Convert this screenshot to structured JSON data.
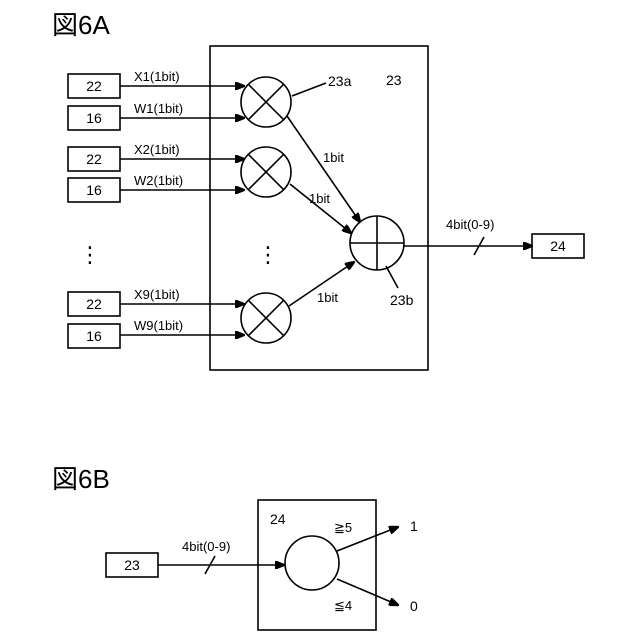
{
  "figure_a": {
    "title": "図6A",
    "unit_ref": "23",
    "multiplier_ref": "23a",
    "adder_ref": "23b",
    "rows": [
      {
        "x_box": "22",
        "w_box": "16",
        "x_signal": "X1(1bit)",
        "w_signal": "W1(1bit)"
      },
      {
        "x_box": "22",
        "w_box": "16",
        "x_signal": "X2(1bit)",
        "w_signal": "W2(1bit)"
      },
      {
        "x_box": "22",
        "w_box": "16",
        "x_signal": "X9(1bit)",
        "w_signal": "W9(1bit)"
      }
    ],
    "product_labels": [
      "1bit",
      "1bit",
      "1bit"
    ],
    "output_signal": "4bit(0-9)",
    "output_box": "24",
    "ellipsis": "⋮"
  },
  "figure_b": {
    "title": "図6B",
    "unit_ref": "24",
    "input_box": "23",
    "input_signal": "4bit(0-9)",
    "condition_high": "≧5",
    "condition_low": "≦4",
    "output_high": "1",
    "output_low": "0"
  }
}
